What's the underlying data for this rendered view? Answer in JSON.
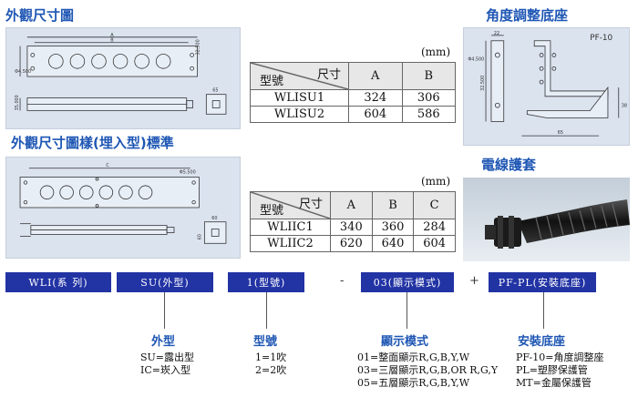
{
  "headings": {
    "exterior": "外觀尺寸圖",
    "exterior_embedded": "外觀尺寸圖樣(埋入型)標準",
    "bracket": "角度調整底座",
    "sleeve": "電線護套"
  },
  "drawing_labels": {
    "top_a": "A",
    "top_b": "B",
    "top_32": "32.500",
    "top_hole": "Φ4.500",
    "top_side_h": "35.000",
    "top_side_w": "65",
    "bottom_hole": "Φ5.500",
    "bottom_side_h": "60",
    "bottom_side_w": "60",
    "bottom_c": "C",
    "bracket_model": "PF-10",
    "bracket_22": "22",
    "bracket_hole": "Φ4.500",
    "bracket_32": "32.500",
    "bracket_38": "38",
    "bracket_65": "65"
  },
  "table1": {
    "unit": "(mm)",
    "header_size": "尺寸",
    "header_model": "型號",
    "columns": [
      "A",
      "B"
    ],
    "rows": [
      {
        "model": "WLISU1",
        "values": [
          "324",
          "306"
        ]
      },
      {
        "model": "WLISU2",
        "values": [
          "604",
          "586"
        ]
      }
    ]
  },
  "table2": {
    "unit": "(mm)",
    "header_size": "尺寸",
    "header_model": "型號",
    "columns": [
      "A",
      "B",
      "C"
    ],
    "rows": [
      {
        "model": "WLIIC1",
        "values": [
          "340",
          "360",
          "284"
        ]
      },
      {
        "model": "WLIIC2",
        "values": [
          "620",
          "640",
          "604"
        ]
      }
    ]
  },
  "code": {
    "series": "WLI(系 列)",
    "type": "SU(外型)",
    "count": "1(型號)",
    "dash": "-",
    "display": "03(顯示模式)",
    "plus": "+",
    "mount": "PF-PL(安裝底座)"
  },
  "categories": {
    "type": {
      "title": "外型",
      "options": [
        "SU=露出型",
        "IC=崁入型"
      ]
    },
    "count": {
      "title": "型號",
      "options": [
        "1=1吹",
        "2=2吹"
      ]
    },
    "display": {
      "title": "顯示模式",
      "options": [
        "01=整面顯示R,G,B,Y,W",
        "03=三層顯示R,G,B,OR R,G,Y",
        "05=五層顯示R,G,B,Y,W"
      ]
    },
    "mount": {
      "title": "安裝底座",
      "options": [
        "PF-10=角度調整座",
        "PL=塑膠保護管",
        "MT=金屬保護管"
      ]
    }
  },
  "colors": {
    "heading": "#1e56b4",
    "code_box": "#2233a4",
    "drawing_bg": "#dbe3ef"
  }
}
